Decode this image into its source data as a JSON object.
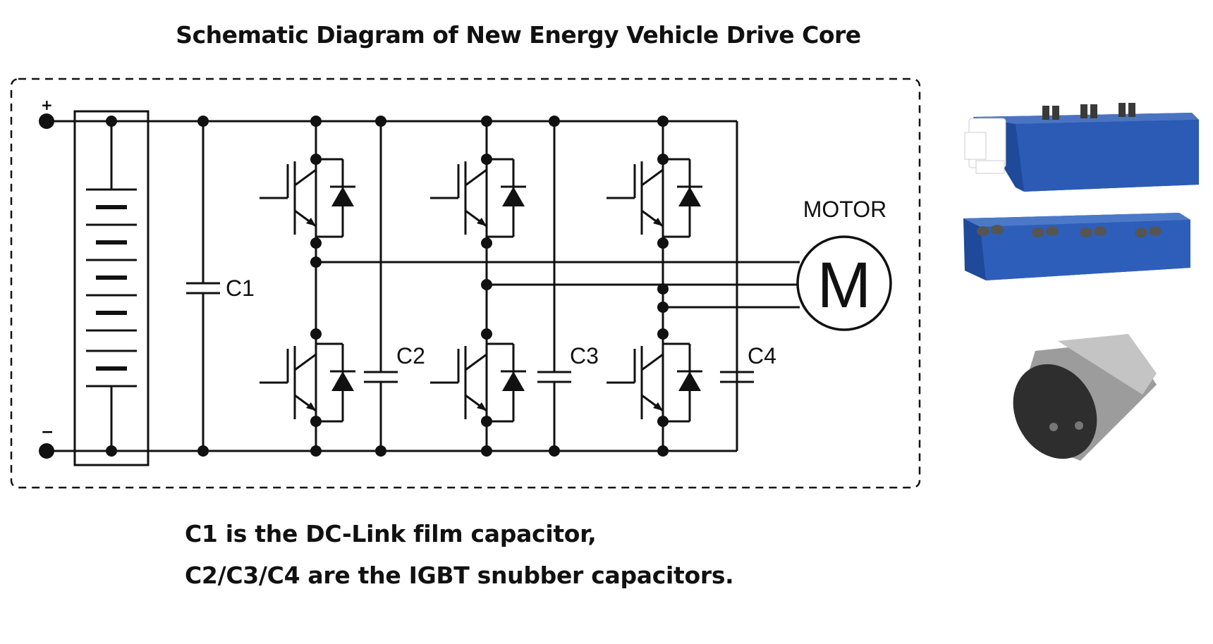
{
  "title": "Schematic Diagram of New Energy Vehicle Drive Core",
  "terminals": {
    "positive": "+",
    "negative": "−"
  },
  "capacitors": [
    {
      "id": "C1",
      "label": "C1"
    },
    {
      "id": "C2",
      "label": "C2"
    },
    {
      "id": "C3",
      "label": "C3"
    },
    {
      "id": "C4",
      "label": "C4"
    }
  ],
  "motor": {
    "caption": "MOTOR",
    "symbol": "M"
  },
  "caption_lines": [
    "C1 is the DC-Link film capacitor,",
    "C2/C3/C4 are the IGBT snubber capacitors."
  ],
  "product_photos": [
    "blue-box-capacitor-module-icon",
    "blue-box-capacitor-module-top-icon",
    "cylindrical-capacitor-icon"
  ],
  "colors": {
    "module_blue": "#2a4f9e",
    "cylinder_grey": "#8a8a8a"
  }
}
